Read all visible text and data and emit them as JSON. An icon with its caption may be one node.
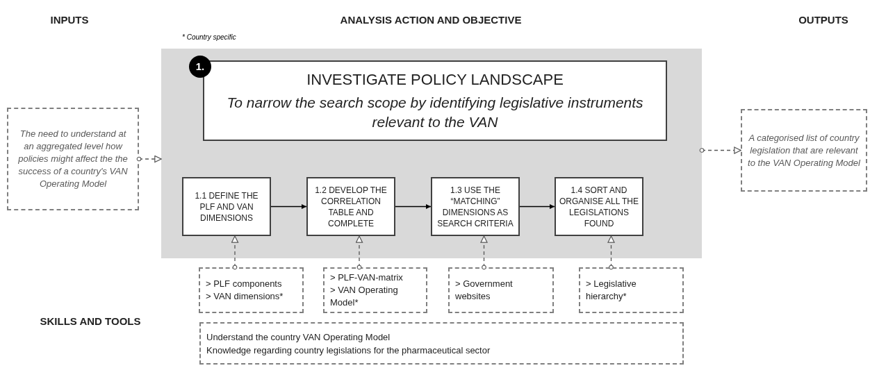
{
  "diagram": {
    "nodes": [
      {
        "text": [
          "The need to understand at an aggregated level how policies might affect the the success of a country's VAN Operating Model"
        ]
      },
      {
        "text": [],
        "shape": "box"
      },
      {
        "text": [
          "1."
        ],
        "in": 1
      },
      {
        "text": [
          "INVESTIGATE POLICY LANDSCAPE",
          "To narrow the search scope by identifying legislative instruments relevant to the VAN"
        ],
        "in": 1
      },
      {
        "text": [
          "1.1 DEFINE THE PLF AND VAN DIMENSIONS"
        ],
        "in": 1
      },
      {
        "text": [
          "1.2 DEVELOP THE CORRELATION TABLE AND COMPLETE"
        ],
        "in": 1
      },
      {
        "text": [
          "1.3 USE THE “MATCHING” DIMENSIONS AS SEARCH CRITERIA"
        ],
        "in": 1
      },
      {
        "text": [
          "1.4 SORT AND ORGANISE ALL THE LEGISLATIONS FOUND"
        ],
        "in": 1
      },
      {
        "text": [
          "A categorised list of country legislation that are relevant to the VAN Operating Model"
        ]
      },
      {
        "text": [
          "> PLF components",
          "> VAN dimensions*"
        ]
      },
      {
        "text": [
          "> PLF-VAN-matrix",
          "> VAN Operating Model*"
        ]
      },
      {
        "text": [
          "> Government websites"
        ]
      },
      {
        "text": [
          "> Legislative hierarchy*"
        ]
      },
      {
        "text": [
          "Understand the country VAN Operating Model",
          "Knowledge regarding country legislations for the pharmaceutical sector"
        ]
      }
    ],
    "edges": [
      {
        "from": 0,
        "to": 1,
        "arrow": "to",
        "style": "dashed"
      },
      {
        "from": 1,
        "to": 8,
        "arrow": "to",
        "style": "dashed"
      },
      {
        "from": 4,
        "to": 5,
        "arrow": "to"
      },
      {
        "from": 5,
        "to": 6,
        "arrow": "to"
      },
      {
        "from": 6,
        "to": 7,
        "arrow": "to"
      },
      {
        "from": 9,
        "to": 4,
        "arrow": "to",
        "style": "dashed"
      },
      {
        "from": 10,
        "to": 5,
        "arrow": "to",
        "style": "dashed"
      },
      {
        "from": 11,
        "to": 6,
        "arrow": "to",
        "style": "dashed"
      },
      {
        "from": 12,
        "to": 7,
        "arrow": "to",
        "style": "dashed"
      }
    ],
    "labels": [
      "INPUTS",
      "ANALYSIS ACTION AND OBJECTIVE",
      "OUTPUTS",
      "* Country specific",
      "SKILLS AND TOOLS"
    ]
  }
}
